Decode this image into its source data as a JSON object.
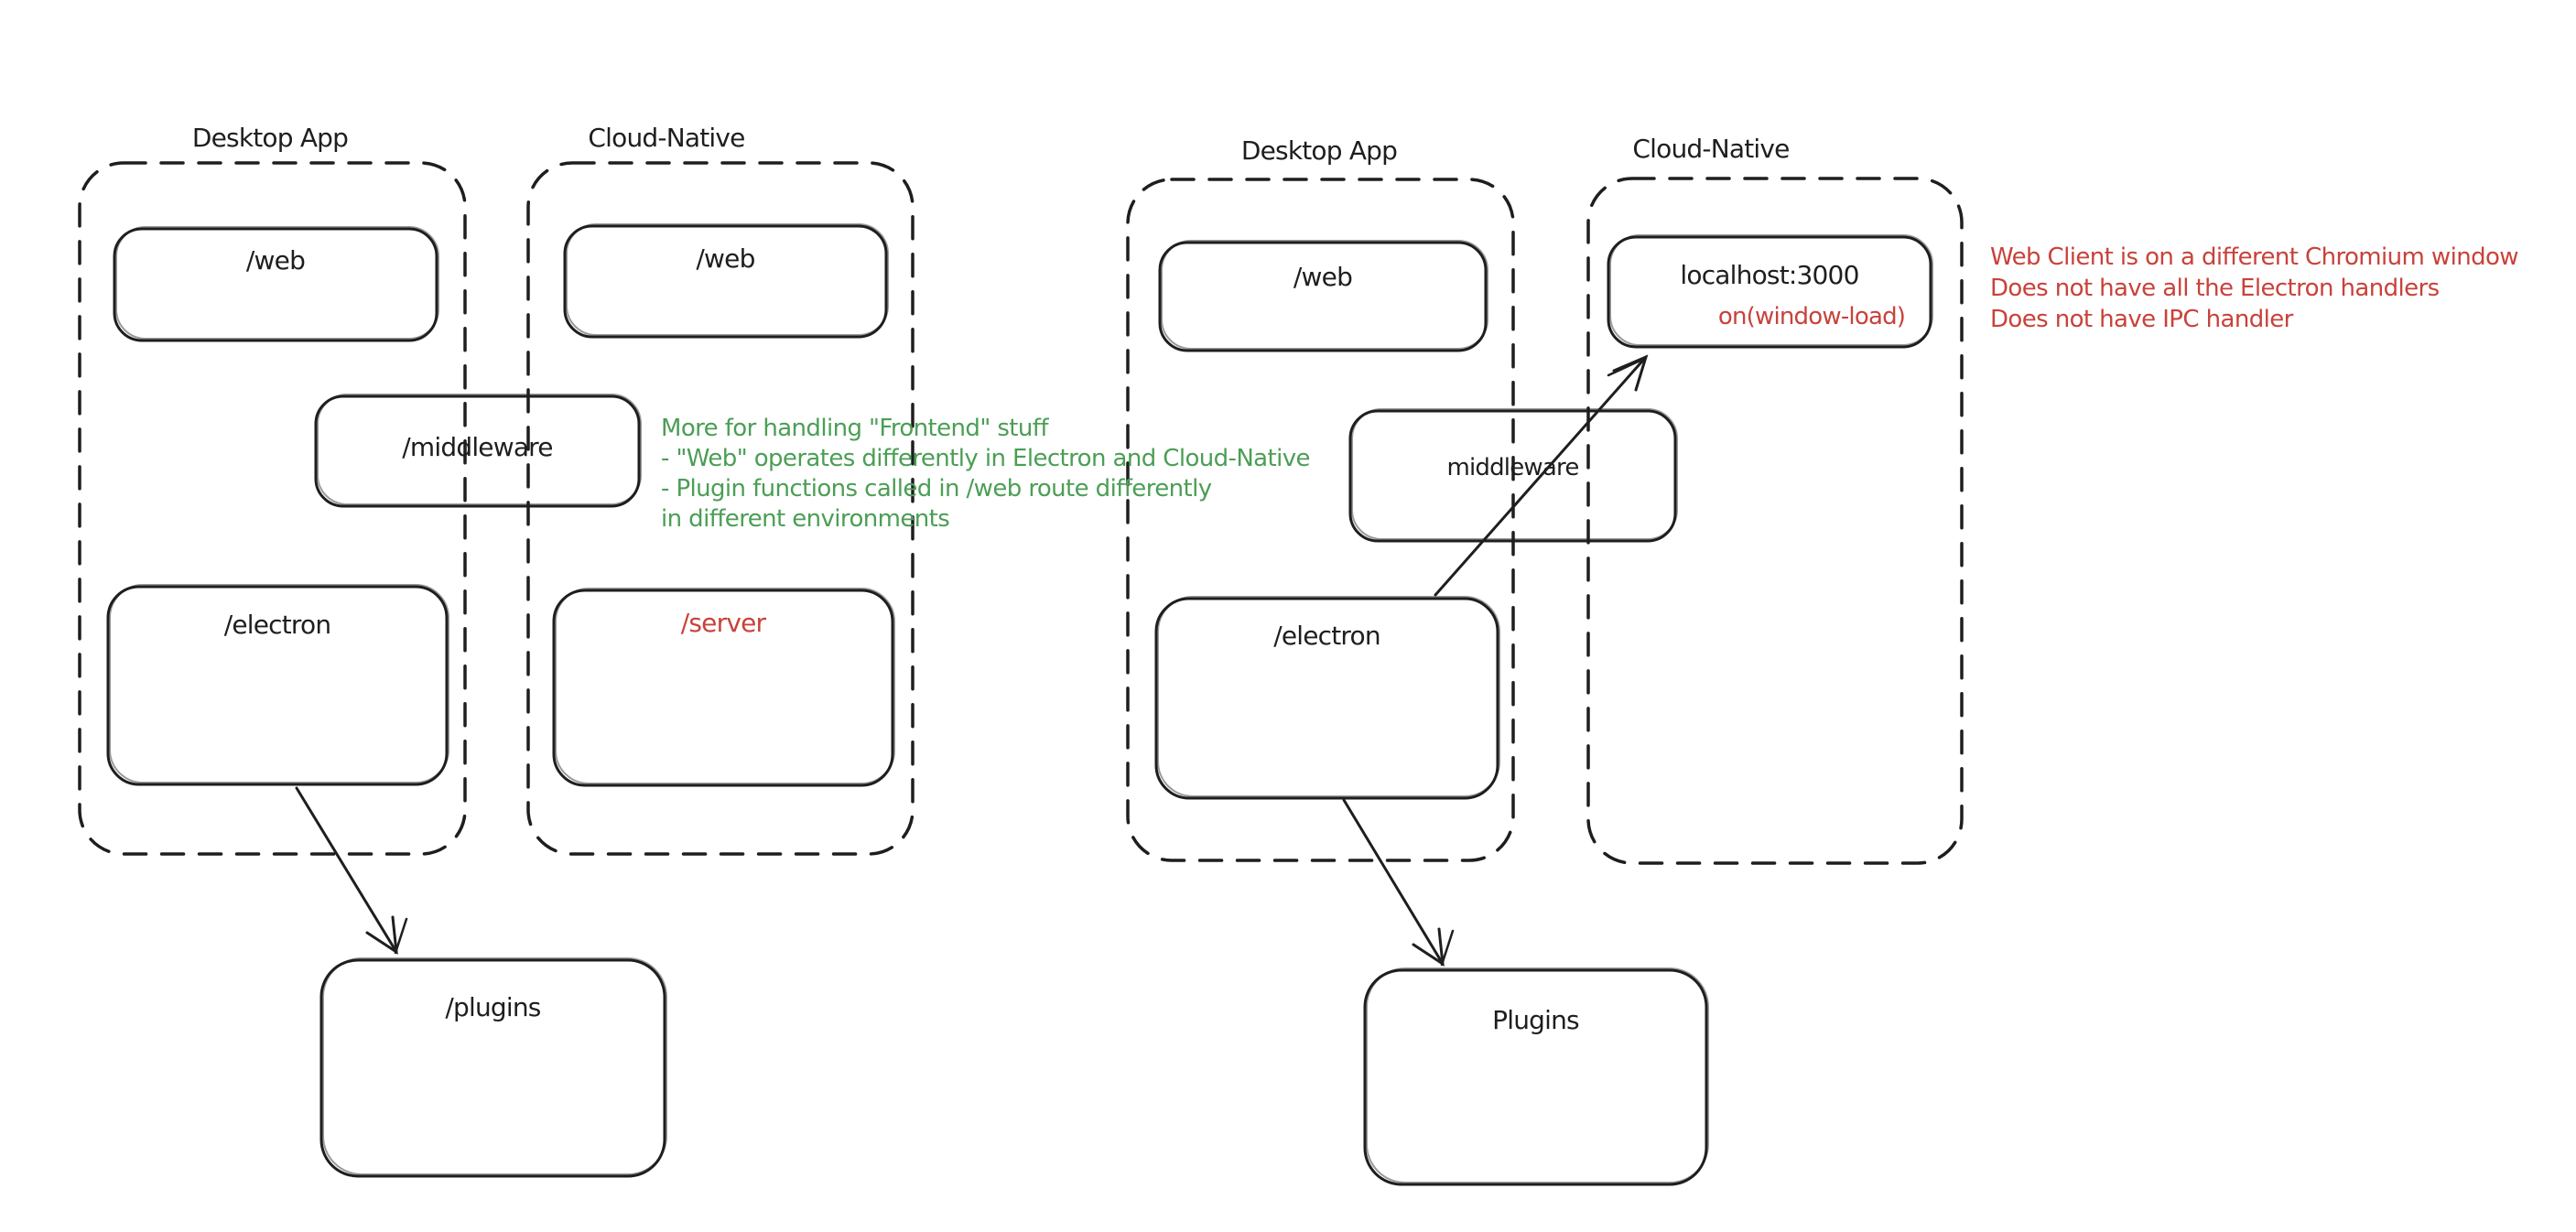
{
  "left_diagram": {
    "desktop_label": "Desktop App",
    "cloud_label": "Cloud-Native",
    "web_desktop": "/web",
    "web_cloud": "/web",
    "middleware": "/middleware",
    "electron": "/electron",
    "server": "/server",
    "plugins": "/plugins"
  },
  "right_diagram": {
    "desktop_label": "Desktop App",
    "cloud_label": "Cloud-Native",
    "web": "/web",
    "middleware": "middleware",
    "electron": "/electron",
    "localhost": "localhost:3000",
    "window_load": "on(window-load)",
    "plugins": "Plugins"
  },
  "notes": {
    "middleware_note": {
      "color": "#4b9e55",
      "lines": [
        "More for handling \"Frontend\" stuff",
        "- \"Web\" operates differently in Electron and Cloud-Native",
        "- Plugin functions called in /web route differently",
        "in different environments"
      ]
    },
    "web_client_note": {
      "color": "#c8423a",
      "lines": [
        "Web Client is on a different Chromium window",
        "Does not have all the Electron handlers",
        "Does not have IPC handler"
      ]
    }
  },
  "colors": {
    "ink": "#1e1e1e",
    "red": "#c8423a",
    "green": "#4b9e55",
    "background": "#ffffff"
  }
}
